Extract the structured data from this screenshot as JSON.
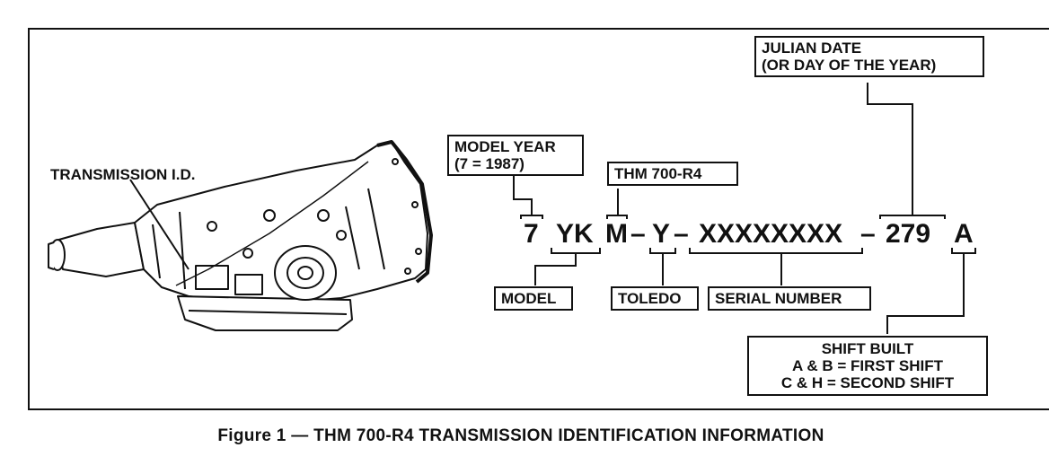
{
  "transmission_label": "TRANSMISSION I.D.",
  "top_boxes": {
    "julian_date": [
      "JULIAN DATE",
      "(OR DAY OF THE YEAR)"
    ],
    "model_year": [
      "MODEL YEAR",
      "(7 = 1987)"
    ],
    "thm": "THM 700-R4"
  },
  "code": {
    "year": "7",
    "model": "YK",
    "thm": "M",
    "dash1": "–",
    "plant": "Y",
    "dash2": "–",
    "serial": "XXXXXXXX",
    "dash3": "–",
    "julian": "279",
    "shift": "A"
  },
  "bottom_boxes": {
    "model": "MODEL",
    "toledo": "TOLEDO",
    "serial_number": "SERIAL NUMBER",
    "shift_built": [
      "SHIFT BUILT",
      "A & B  =  FIRST SHIFT",
      "C & H  =  SECOND SHIFT"
    ]
  },
  "caption": "Figure 1  —  THM 700-R4 TRANSMISSION IDENTIFICATION INFORMATION"
}
